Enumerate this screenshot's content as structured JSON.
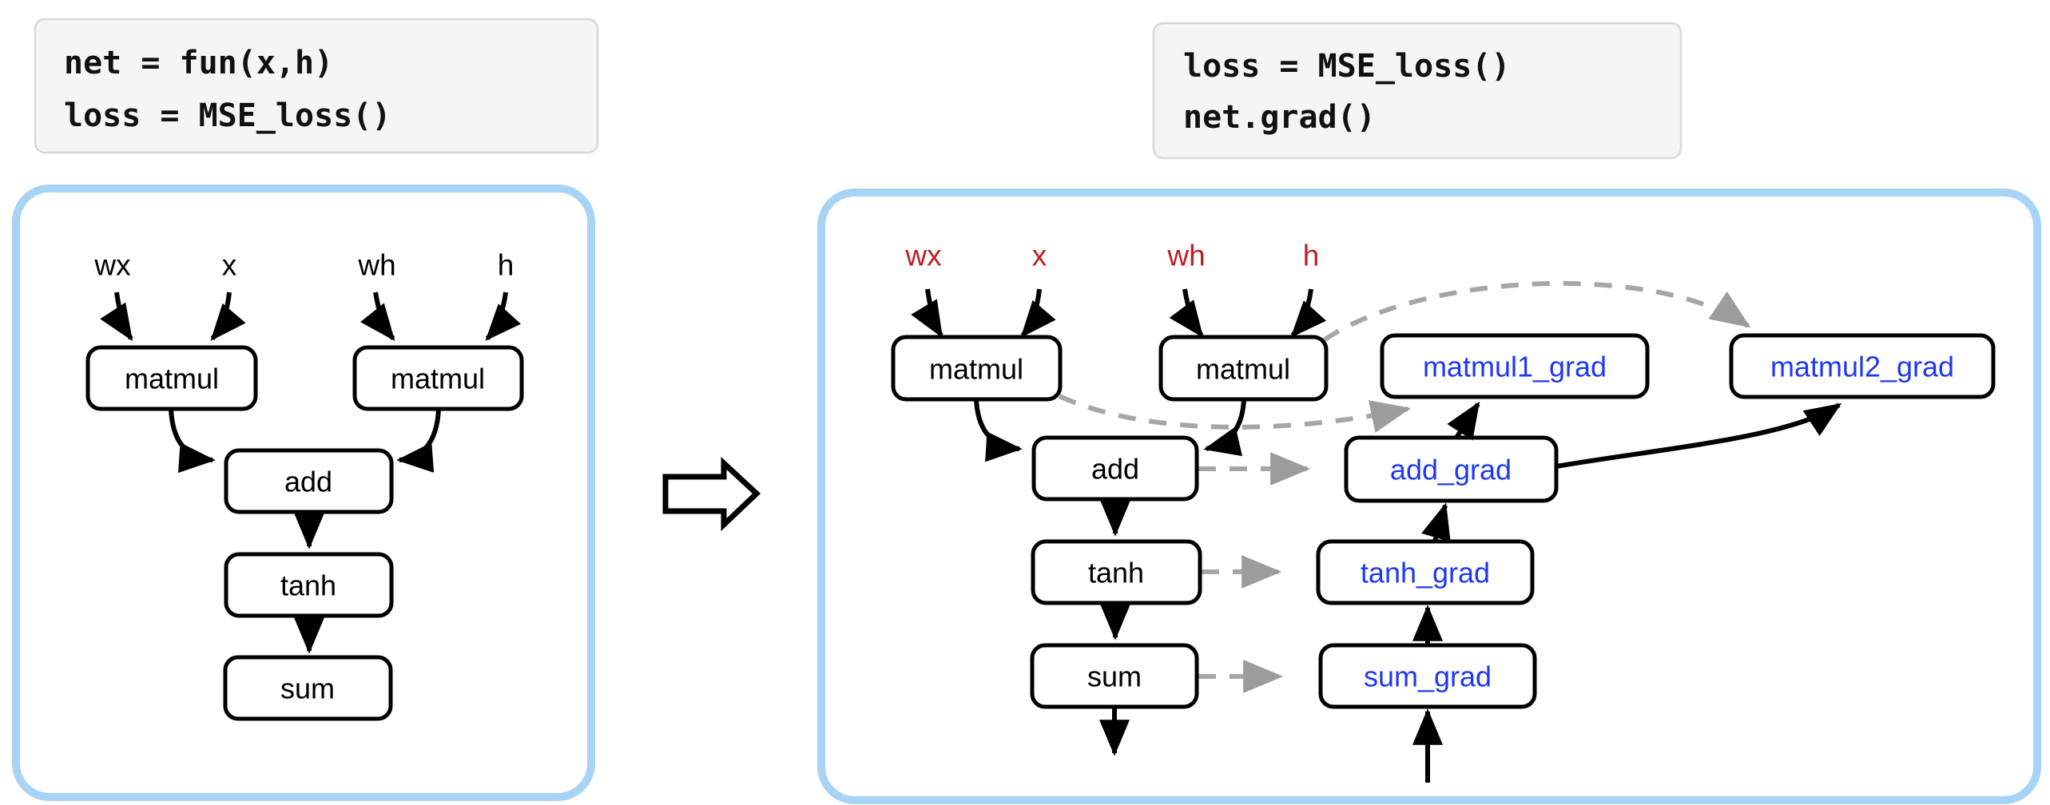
{
  "colors": {
    "accent_blue": "#2038F2",
    "input_red": "#C01E24",
    "panel_border": "#A7D3F4",
    "dashed_gray": "#A6A6A6",
    "code_background": "#F5F5F5"
  },
  "code_blocks": {
    "forward": {
      "line1": "net = fun(x,h)",
      "line2": "loss = MSE_loss()"
    },
    "backward": {
      "line1": "loss = MSE_loss()",
      "line2": "net.grad()"
    }
  },
  "transition_arrow": {
    "icon": "right-block-arrow"
  },
  "forward_panel": {
    "inputs": [
      {
        "label": "wx"
      },
      {
        "label": "x"
      },
      {
        "label": "wh"
      },
      {
        "label": "h"
      }
    ],
    "nodes": [
      {
        "label": "matmul"
      },
      {
        "label": "matmul"
      },
      {
        "label": "add"
      },
      {
        "label": "tanh"
      },
      {
        "label": "sum"
      }
    ]
  },
  "backward_panel": {
    "inputs": [
      {
        "label": "wx"
      },
      {
        "label": "x"
      },
      {
        "label": "wh"
      },
      {
        "label": "h"
      }
    ],
    "forward_nodes": [
      {
        "label": "matmul"
      },
      {
        "label": "matmul"
      },
      {
        "label": "add"
      },
      {
        "label": "tanh"
      },
      {
        "label": "sum"
      }
    ],
    "grad_nodes": [
      {
        "label": "matmul1_grad"
      },
      {
        "label": "matmul2_grad"
      },
      {
        "label": "add_grad"
      },
      {
        "label": "tanh_grad"
      },
      {
        "label": "sum_grad"
      }
    ]
  }
}
